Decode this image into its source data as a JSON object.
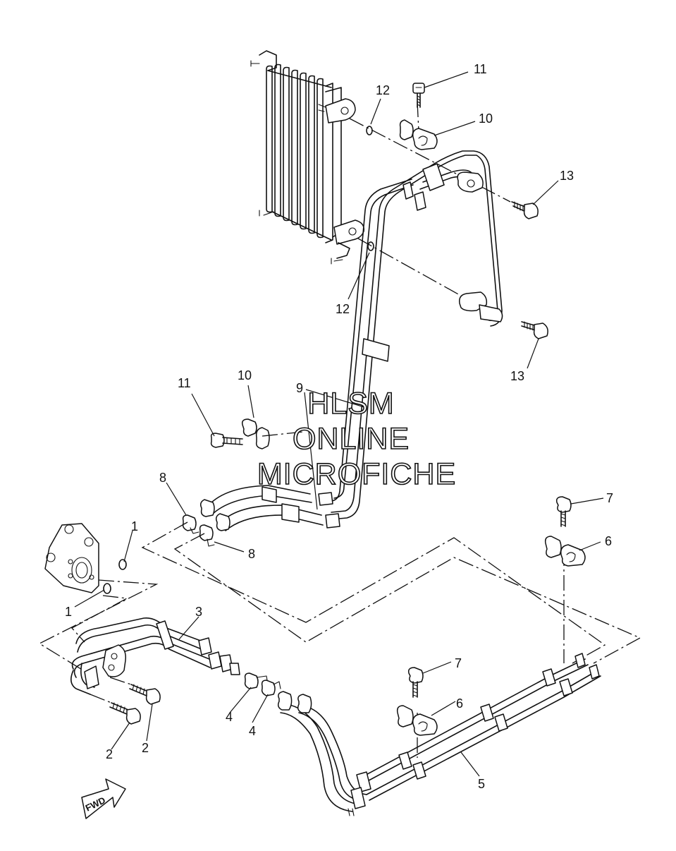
{
  "watermark": {
    "line1": "HLSM",
    "line2": "ONLINE",
    "line3": "MICROFICHE"
  },
  "direction_arrow": {
    "label": "FWD"
  },
  "callouts": [
    {
      "id": "c12a",
      "text": "12"
    },
    {
      "id": "c11a",
      "text": "11"
    },
    {
      "id": "c10a",
      "text": "10"
    },
    {
      "id": "c13a",
      "text": "13"
    },
    {
      "id": "c12b",
      "text": "12"
    },
    {
      "id": "c13b",
      "text": "13"
    },
    {
      "id": "c9",
      "text": "9"
    },
    {
      "id": "c11b",
      "text": "11"
    },
    {
      "id": "c10b",
      "text": "10"
    },
    {
      "id": "c8a",
      "text": "8"
    },
    {
      "id": "c8b",
      "text": "8"
    },
    {
      "id": "c1a",
      "text": "1"
    },
    {
      "id": "c1b",
      "text": "1"
    },
    {
      "id": "c3",
      "text": "3"
    },
    {
      "id": "c7a",
      "text": "7"
    },
    {
      "id": "c6a",
      "text": "6"
    },
    {
      "id": "c7b",
      "text": "7"
    },
    {
      "id": "c6b",
      "text": "6"
    },
    {
      "id": "c4a",
      "text": "4"
    },
    {
      "id": "c4b",
      "text": "4"
    },
    {
      "id": "c2a",
      "text": "2"
    },
    {
      "id": "c2b",
      "text": "2"
    },
    {
      "id": "c5",
      "text": "5"
    }
  ]
}
